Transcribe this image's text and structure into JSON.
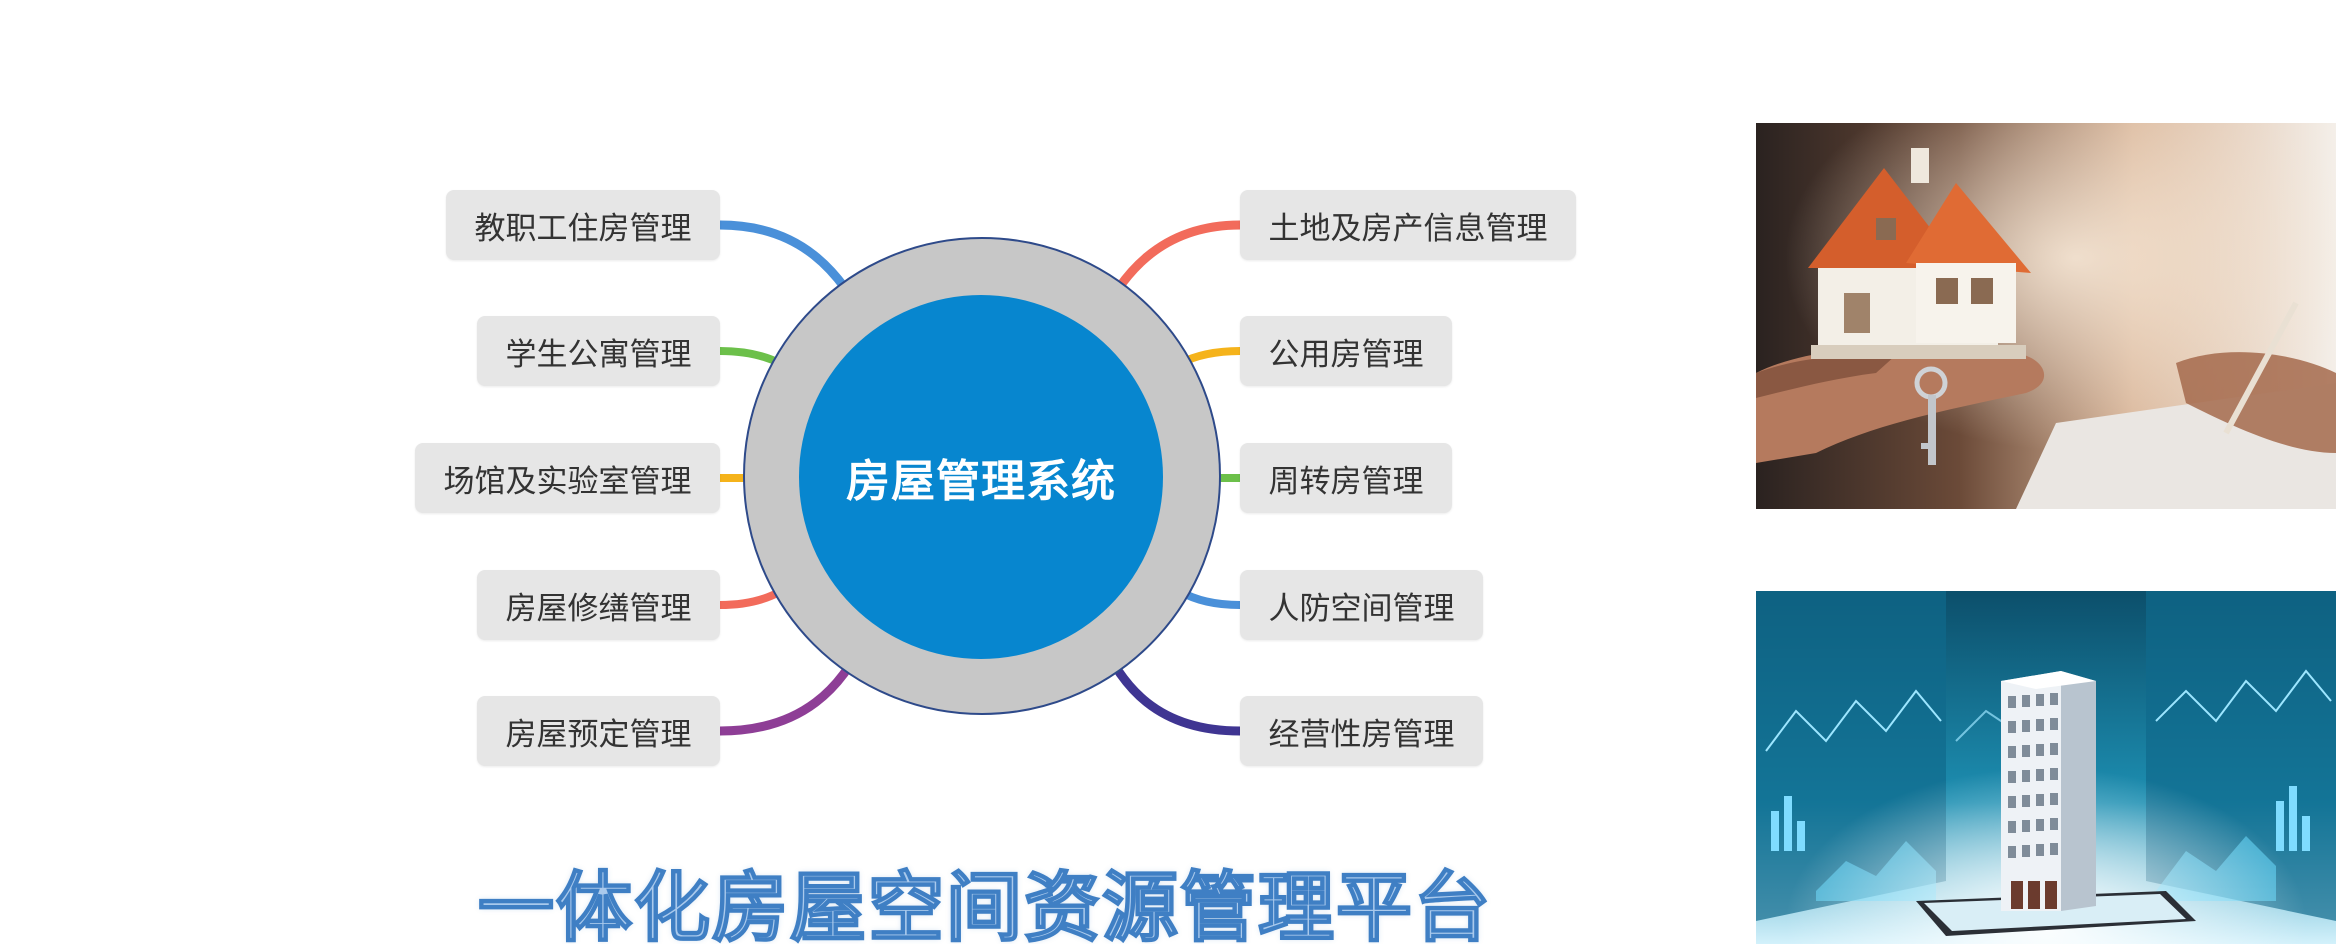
{
  "hub": {
    "title": "房屋管理系统"
  },
  "left_nodes": [
    {
      "label": "教职工住房管理",
      "color": "#4a90d9"
    },
    {
      "label": "学生公寓管理",
      "color": "#6cc04a"
    },
    {
      "label": "场馆及实验室管理",
      "color": "#f5b31b"
    },
    {
      "label": "房屋修缮管理",
      "color": "#f26b5b"
    },
    {
      "label": "房屋预定管理",
      "color": "#8e3e96"
    }
  ],
  "right_nodes": [
    {
      "label": "土地及房产信息管理",
      "color": "#f26b5b"
    },
    {
      "label": "公用房管理",
      "color": "#f5b31b"
    },
    {
      "label": "周转房管理",
      "color": "#6cc04a"
    },
    {
      "label": "人防空间管理",
      "color": "#4a90d9"
    },
    {
      "label": "经营性房管理",
      "color": "#3f3592"
    }
  ],
  "platform": {
    "title": "一体化房屋空间资源管理平台"
  },
  "images": [
    {
      "name": "hand-holding-house-model-photo"
    },
    {
      "name": "smartphone-building-data-photo"
    }
  ],
  "colors": {
    "hub_inner": "#0786cf",
    "hub_outer": "#c7c7c7",
    "node_bg": "#e6e6e6",
    "subtitle_text": "#a9c9ec"
  }
}
